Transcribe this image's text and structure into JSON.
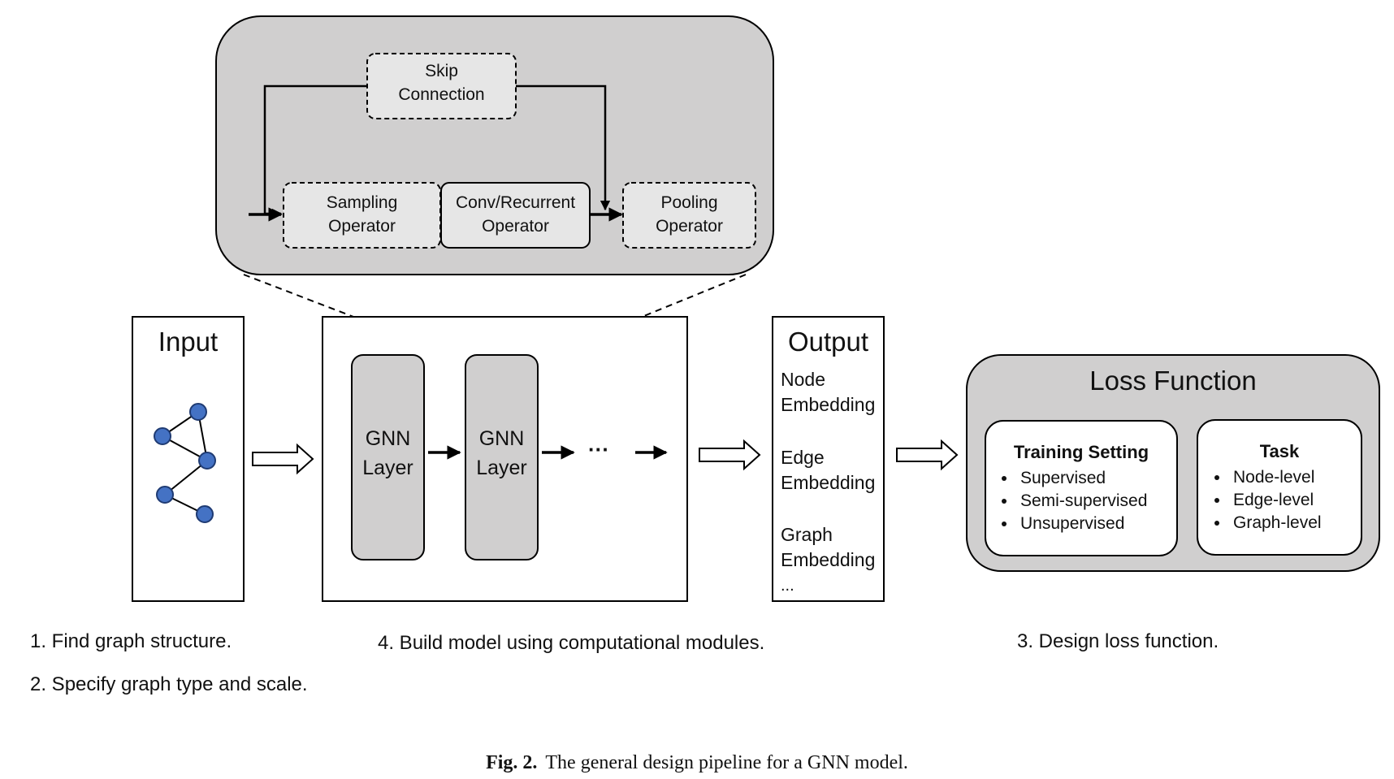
{
  "zoom_panel": {
    "skip_connection": [
      "Skip",
      "Connection"
    ],
    "sampling_operator": [
      "Sampling",
      "Operator"
    ],
    "conv_operator": [
      "Conv/Recurrent",
      "Operator"
    ],
    "pooling_operator": [
      "Pooling",
      "Operator"
    ]
  },
  "input": {
    "title": "Input"
  },
  "model": {
    "layer1": [
      "GNN",
      "Layer"
    ],
    "layer2": [
      "GNN",
      "Layer"
    ],
    "ellipsis": "···"
  },
  "output": {
    "title": "Output",
    "items": [
      [
        "Node",
        "Embedding"
      ],
      [
        "Edge",
        "Embedding"
      ],
      [
        "Graph",
        "Embedding"
      ]
    ],
    "more": "..."
  },
  "loss": {
    "title": "Loss Function",
    "training": {
      "heading": "Training Setting",
      "items": [
        "Supervised",
        "Semi-supervised",
        "Unsupervised"
      ]
    },
    "task": {
      "heading": "Task",
      "items": [
        "Node-level",
        "Edge-level",
        "Graph-level"
      ]
    }
  },
  "steps": {
    "step1": "1. Find graph structure.",
    "step2": "2. Specify graph type and scale.",
    "step4": "4. Build model using computational modules.",
    "step3": "3. Design loss function."
  },
  "caption": {
    "label": "Fig. 2.",
    "text": "The general design pipeline for a GNN model."
  },
  "colors": {
    "panel_gray": "#d0cfcf",
    "light_gray": "#e6e6e6",
    "node_blue": "#4472c4",
    "stroke": "#000000"
  }
}
